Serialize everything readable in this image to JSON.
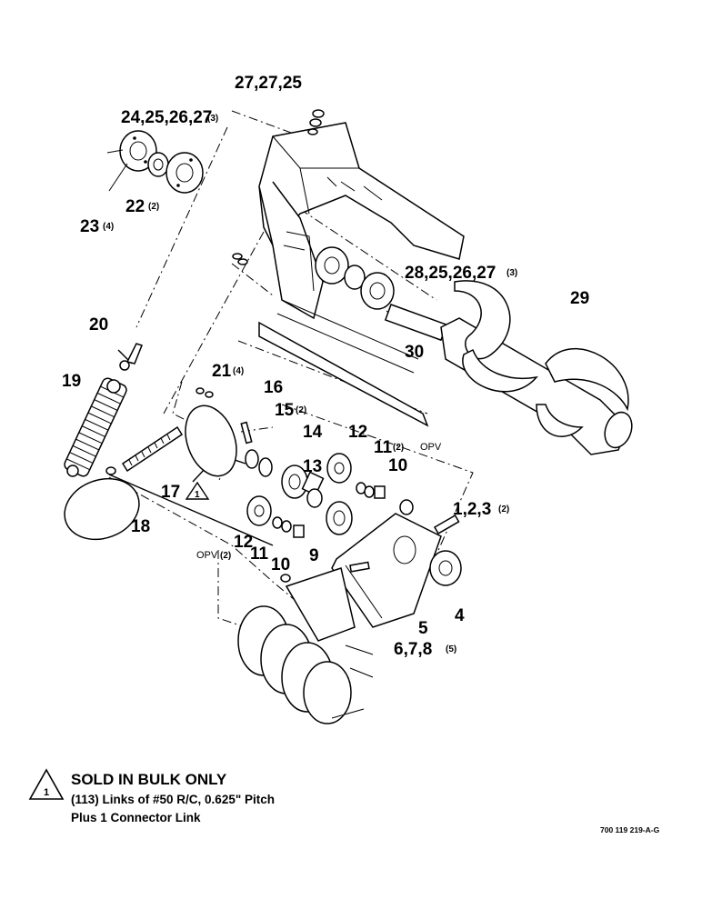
{
  "callouts": {
    "c_27_27_25": "27,27,25",
    "c_24_25_26_27": "24,25,26,27",
    "c_24_25_26_27_qty": "(3)",
    "c_22": "22",
    "c_22_qty": "(2)",
    "c_23": "23",
    "c_23_qty": "(4)",
    "c_28_25_26_27": "28,25,26,27",
    "c_28_25_26_27_qty": "(3)",
    "c_29": "29",
    "c_20": "20",
    "c_21": "21",
    "c_21_qty": "(4)",
    "c_30": "30",
    "c_19": "19",
    "c_16": "16",
    "c_15": "15",
    "c_15_qty": "(2)",
    "c_14": "14",
    "c_12_upper": "12",
    "c_11_upper": "11",
    "c_11_upper_qty": "(2)",
    "c_opv_upper": "OPV",
    "c_10_upper": "10",
    "c_13": "13",
    "c_17": "17",
    "c_17_tri": "1",
    "c_18": "18",
    "c_12_lower": "12",
    "c_opv_lower": "OPV",
    "c_11_lower_qty": "(2)",
    "c_11_lower": "11",
    "c_10_lower": "10",
    "c_9": "9",
    "c_1_2_3": "1,2,3",
    "c_1_2_3_qty": "(2)",
    "c_4": "4",
    "c_5": "5",
    "c_6_7_8": "6,7,8",
    "c_6_7_8_qty": "(5)"
  },
  "note": {
    "number": "1",
    "heading": "SOLD IN BULK ONLY",
    "line1": "(113) Links of #50 R/C, 0.625\" Pitch",
    "line2": "Plus 1 Connector Link"
  },
  "drawing_number": "700 119 219-A-G"
}
